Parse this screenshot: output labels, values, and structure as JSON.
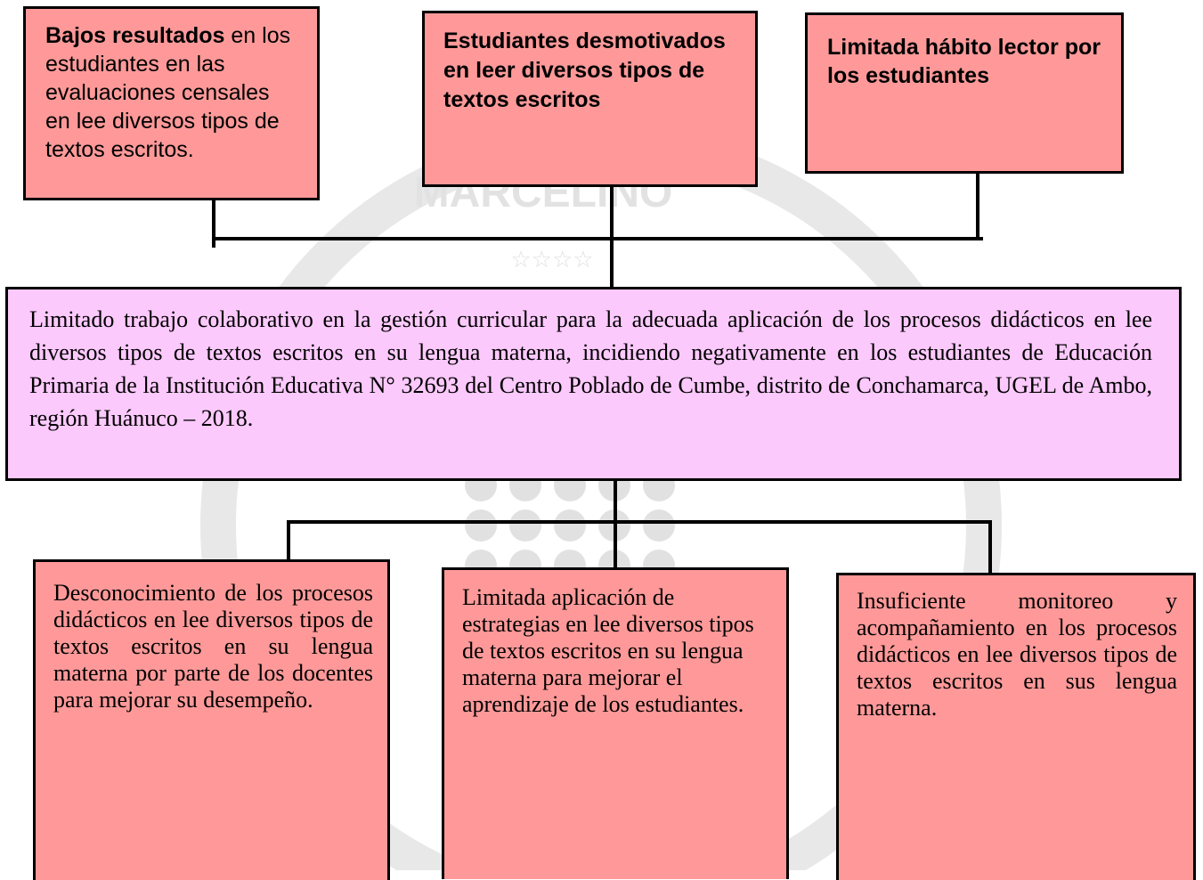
{
  "effects": [
    {
      "bold": "Bajos resultados",
      "rest": " en los estudiantes en las evaluaciones censales en lee diversos tipos de textos escritos."
    },
    {
      "bold": "Estudiantes desmotivados en leer diversos tipos de textos escritos",
      "rest": ""
    },
    {
      "bold": "Limitada hábito lector por los estudiantes",
      "rest": ""
    }
  ],
  "problem": "Limitado trabajo colaborativo en la gestión curricular para la adecuada aplicación de los procesos didácticos en lee diversos tipos de textos escritos en su lengua materna, incidiendo negativamente en los estudiantes de Educación Primaria de la Institución Educativa N° 32693 del Centro Poblado de Cumbe, distrito de Conchamarca, UGEL de Ambo, región Huánuco – 2018.",
  "causes": [
    "Desconocimiento de los procesos didácticos en lee diversos tipos de textos escritos en su lengua materna por parte de los docentes para mejorar su desempeño.",
    "Limitada aplicación de estrategias en lee diversos tipos de textos escritos en su lengua materna para mejorar el aprendizaje de los estudiantes.",
    "Insuficiente monitoreo y acompañamiento en los procesos didácticos en lee diversos tipos de textos escritos en sus lengua materna."
  ],
  "watermark": {
    "text": "MARCELINO",
    "seal_color": "#cfcfcf"
  }
}
